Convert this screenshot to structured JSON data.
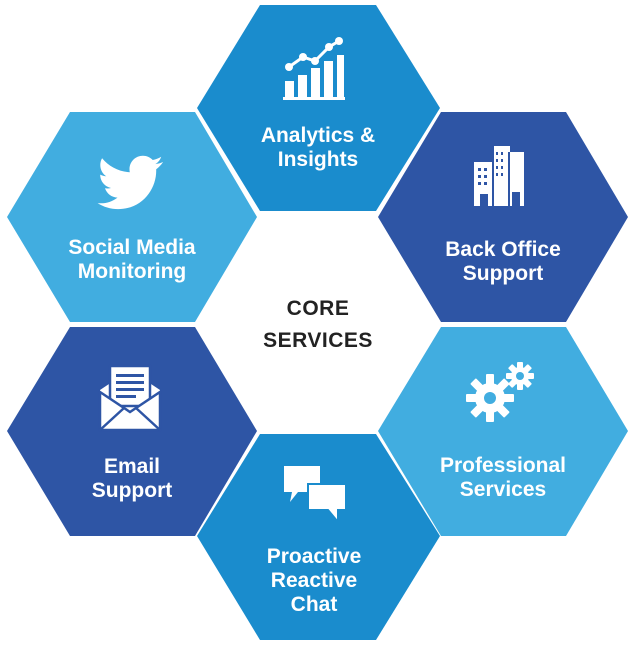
{
  "colors": {
    "light_blue": "#41ade0",
    "mid_blue": "#1a8ccd",
    "dark_blue": "#2e55a5",
    "white": "#ffffff",
    "center_text": "#222222"
  },
  "center": {
    "line1": "CORE",
    "line2": "SERVICES"
  },
  "hexes": [
    {
      "id": "analytics",
      "color": "#1a8ccd",
      "icon": "bar-chart-icon",
      "lines": [
        "Analytics &",
        "Insights"
      ]
    },
    {
      "id": "back-office",
      "color": "#2e55a5",
      "icon": "office-building-icon",
      "lines": [
        "Back Office",
        "Support"
      ]
    },
    {
      "id": "professional",
      "color": "#41ade0",
      "icon": "gears-icon",
      "lines": [
        "Professional",
        "Services"
      ]
    },
    {
      "id": "chat",
      "color": "#1a8ccd",
      "icon": "chat-bubbles-icon",
      "lines": [
        "Proactive",
        "Reactive",
        "Chat"
      ]
    },
    {
      "id": "email",
      "color": "#2e55a5",
      "icon": "envelope-icon",
      "lines": [
        "Email",
        "Support"
      ]
    },
    {
      "id": "social",
      "color": "#41ade0",
      "icon": "twitter-bird-icon",
      "lines": [
        "Social Media",
        "Monitoring"
      ]
    }
  ]
}
